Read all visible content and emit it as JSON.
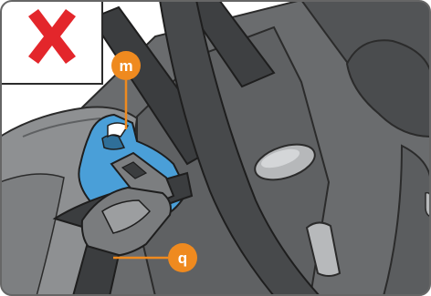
{
  "warning": {
    "kind": "incorrect",
    "icon": "cross-icon",
    "color": "#e3262b"
  },
  "callouts": [
    {
      "letter": "m",
      "color": "#ef8a1f"
    },
    {
      "letter": "q",
      "color": "#ef8a1f"
    }
  ],
  "colors": {
    "highlight_part": "#4a9fd8",
    "belt": "#3b3d3f",
    "seat_shell": "#56585a",
    "seat_dark": "#454749",
    "cushion": "#8e9092",
    "frame_border": "#666666"
  }
}
